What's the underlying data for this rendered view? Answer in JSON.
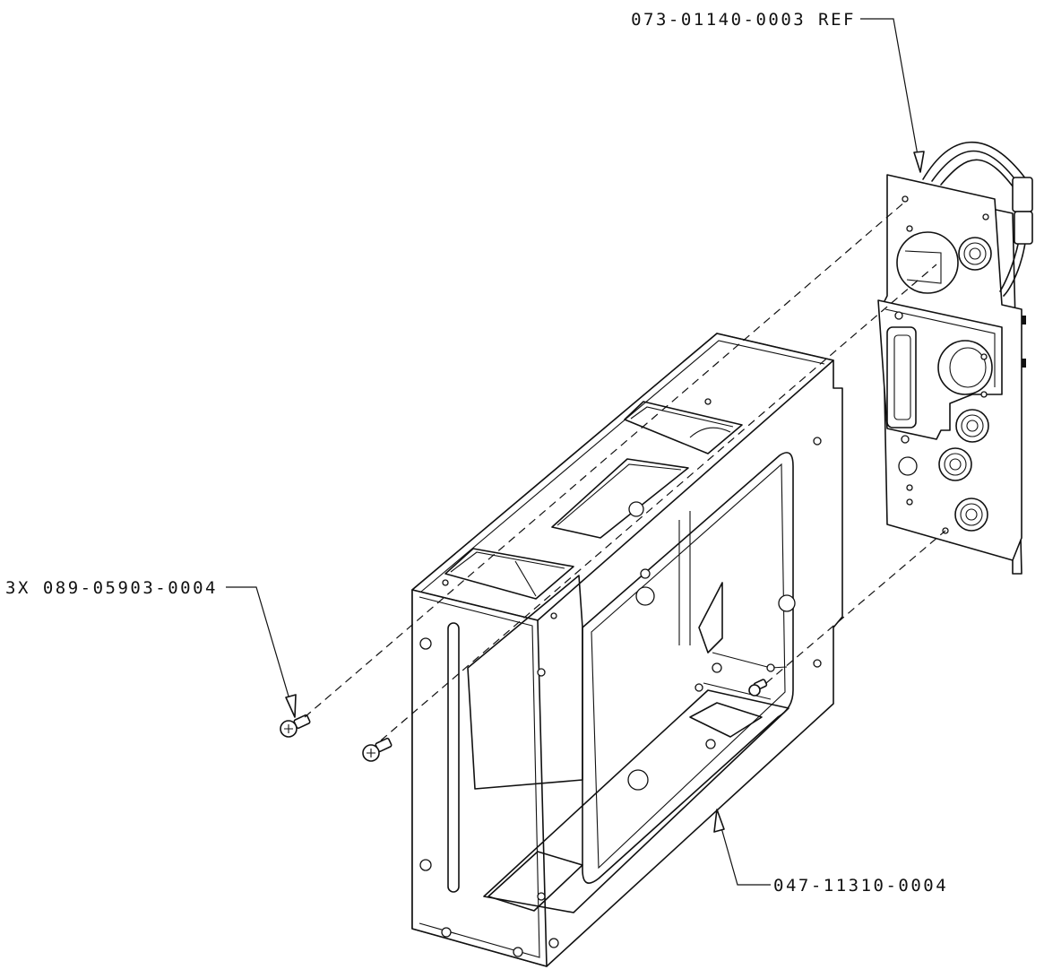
{
  "drawing": {
    "callouts": {
      "connector_plate": "073-01140-0003 REF",
      "screws": "3X 089-05903-0004",
      "frame": "047-11310-0004"
    }
  },
  "colors": {
    "line": "#111111",
    "background": "#ffffff"
  }
}
